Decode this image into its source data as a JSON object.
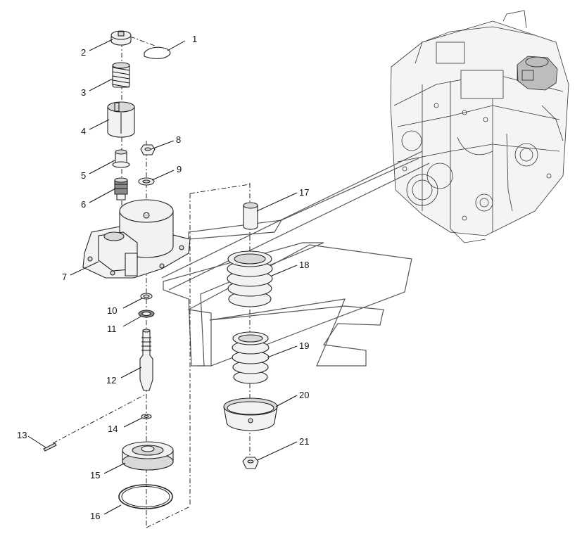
{
  "callouts": [
    "1",
    "2",
    "3",
    "4",
    "5",
    "6",
    "7",
    "8",
    "9",
    "10",
    "11",
    "12",
    "13",
    "14",
    "15",
    "16",
    "17",
    "18",
    "19",
    "20",
    "21"
  ],
  "icons": {
    "engine": "transmission-housing-illustration",
    "highlight": "assembly-location-highlight",
    "arrow": "outline-direction-arrows"
  },
  "colors": {
    "line": "#222222",
    "part_fill": "#f2f2f2",
    "part_shade": "#d9d9d9",
    "highlight": "#8a8a8a"
  }
}
